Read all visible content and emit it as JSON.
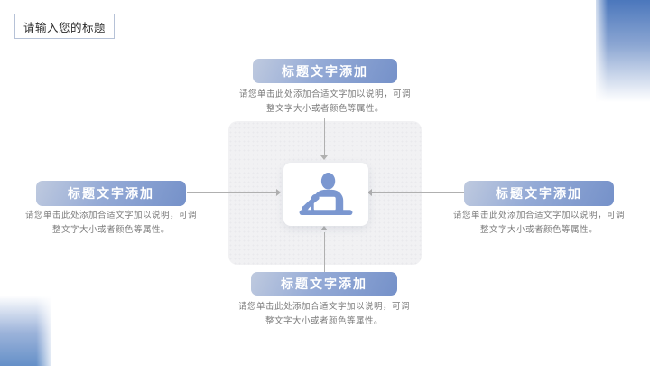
{
  "slide_title": {
    "text": "请输入您的标题"
  },
  "center_icon": {
    "name": "person-at-desk-icon"
  },
  "nodes": {
    "top": {
      "title": "标题文字添加",
      "desc_line1": "请您单击此处添加合适文字加以说明，可调",
      "desc_line2": "整文字大小或者颜色等属性。"
    },
    "left": {
      "title": "标题文字添加",
      "desc_line1": "请您单击此处添加合适文字加以说明，可调",
      "desc_line2": "整文字大小或者颜色等属性。"
    },
    "right": {
      "title": "标题文字添加",
      "desc_line1": "请您单击此处添加合适文字加以说明，可调",
      "desc_line2": "整文字大小或者颜色等属性。"
    },
    "bottom": {
      "title": "标题文字添加",
      "desc_line1": "请您单击此处添加合适文字加以说明，可调",
      "desc_line2": "整文字大小或者颜色等属性。"
    }
  },
  "colors": {
    "pill_start": "#bfcadf",
    "pill_end": "#7591c9",
    "pill_text": "#ffffff",
    "icon_blue": "#7b97d0",
    "corner_blue_top": "#4b77bc",
    "corner_blue_bottom": "#6590c8",
    "desc_text": "#7a7a7a",
    "connector_gray": "#b0b0b0",
    "panel_gray": "#f1f1f3",
    "title_border": "#b6c2d7",
    "title_text": "#2b2b2b"
  }
}
